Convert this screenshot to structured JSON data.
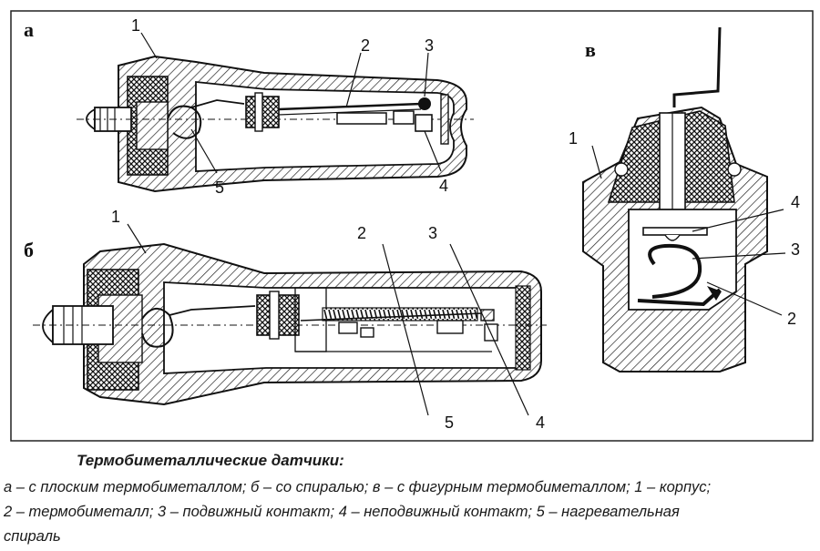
{
  "figure": {
    "panels": {
      "a": {
        "letter": "а",
        "callouts": [
          "1",
          "2",
          "3",
          "4",
          "5"
        ]
      },
      "b": {
        "letter": "б",
        "callouts": [
          "1",
          "2",
          "3",
          "5",
          "4"
        ]
      },
      "v": {
        "letter": "в",
        "callouts": [
          "1",
          "4",
          "3",
          "2"
        ]
      }
    }
  },
  "caption": {
    "title": "Термобиметаллические датчики:",
    "lines": [
      "а – с плоским термобиметаллом; б – со спиралью; в – с фигурным термобиметаллом; 1 – корпус;",
      "2 – термобиметалл; 3 – подвижный контакт; 4 – неподвижный контакт; 5 – нагревательная",
      "спираль"
    ]
  }
}
